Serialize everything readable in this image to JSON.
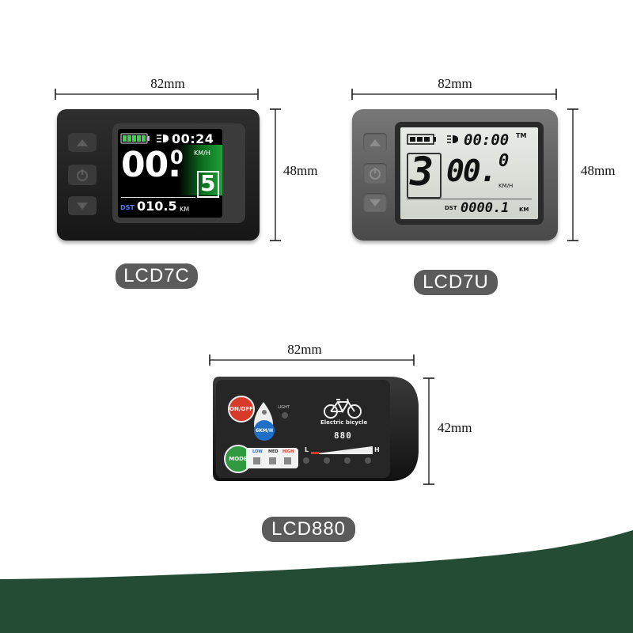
{
  "lcd7c": {
    "label": "LCD7C",
    "width": "82mm",
    "height": "48mm",
    "time": "00:24",
    "speed": "00.",
    "speed_decimal": "0",
    "speed_unit": "KM/H",
    "dst_label": "DST",
    "distance": "010.5",
    "distance_unit": "KM",
    "gear": "5"
  },
  "lcd7u": {
    "label": "LCD7U",
    "width": "82mm",
    "height": "48mm",
    "time": "00:00",
    "tm": "TM",
    "gear": "3",
    "speed": "00.",
    "speed_decimal": "0",
    "speed_unit": "KM/H",
    "dst_label": "DST",
    "distance": "0000.1",
    "distance_unit": "KM"
  },
  "lcd880": {
    "label": "LCD880",
    "width": "82mm",
    "height": "42mm",
    "onoff": "ON/OFF",
    "sixkm": "6KM/H",
    "light": "LIGHT",
    "title": "Electric bicycle",
    "model": "880",
    "mode": "MODE",
    "low": "LOW",
    "med": "MED",
    "high": "HIGH",
    "l": "L",
    "h": "H"
  },
  "colors": {
    "footer_green": "#244c34",
    "lcd7c_green": "#1fa23a",
    "onoff_red": "#d83a2a",
    "sixkm_blue": "#1f6fc7",
    "mode_green": "#2f9b3e"
  }
}
